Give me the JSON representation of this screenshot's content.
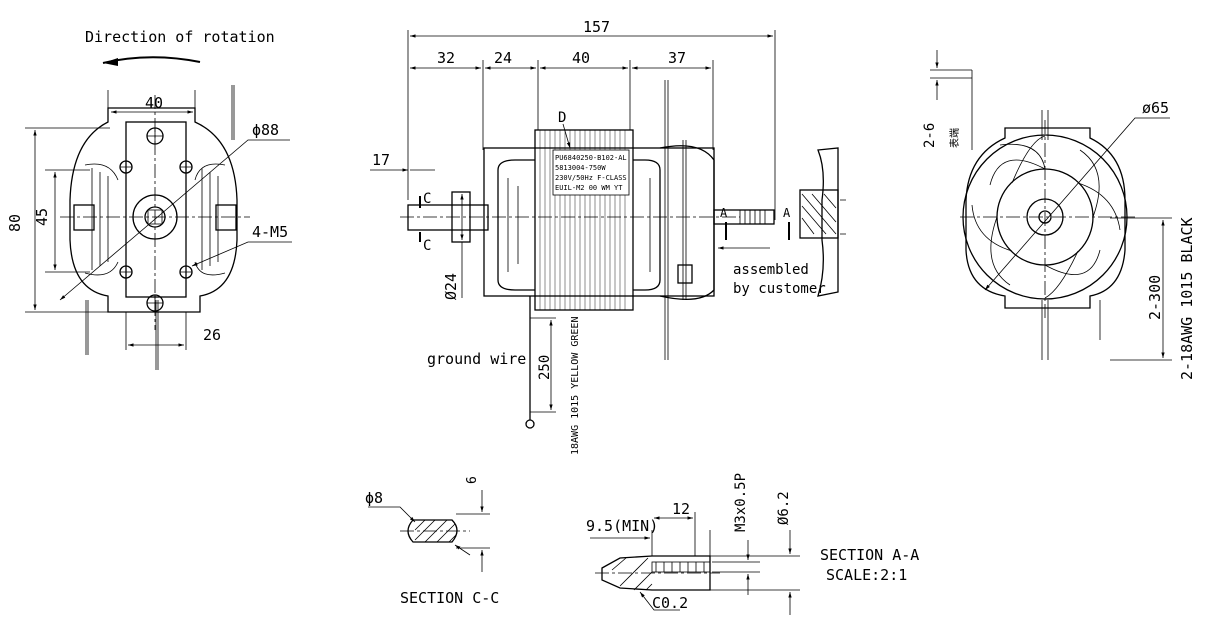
{
  "front_view": {
    "rotation_label": "Direction of rotation",
    "dim_width": "40",
    "dim_diameter": "ϕ88",
    "dim_height": "80",
    "dim_inner": "45",
    "dim_screw": "4-M5",
    "dim_bottom": "26"
  },
  "side_view": {
    "dim_total": "157",
    "dim_seg1": "32",
    "dim_seg2": "24",
    "dim_seg3": "40",
    "dim_seg4": "37",
    "dim_shaft": "17",
    "dim_shaft_dia": "Ø24",
    "section_c": "C",
    "section_a": "A",
    "marker_d": "D",
    "nameplate": [
      "PU6840250-B102-AL",
      "5813004-750W",
      "230V/50Hz F-CLASS",
      "EUIL-M2 00 WM YT"
    ],
    "ground_wire_label": "ground wire",
    "ground_wire_len": "250",
    "ground_wire_spec": "18AWG 1015 YELLOW GREEN",
    "assembled_line1": "assembled",
    "assembled_line2": "by customer"
  },
  "rear_view": {
    "dim_top": "2-6",
    "dim_top_cn": "表端",
    "dim_diameter": "ø65",
    "lead_len": "2-300",
    "lead_spec": "2-18AWG 1015 BLACK"
  },
  "section_cc": {
    "dim_dia": "ϕ8",
    "dim_flat": "6",
    "title": "SECTION C-C"
  },
  "section_aa": {
    "dim_min": "9.5(MIN)",
    "dim_12": "12",
    "dim_thread": "M3x0.5P",
    "dim_dia": "Ø6.2",
    "chamfer": "C0.2",
    "title": "SECTION A-A",
    "scale": "SCALE:2:1"
  }
}
